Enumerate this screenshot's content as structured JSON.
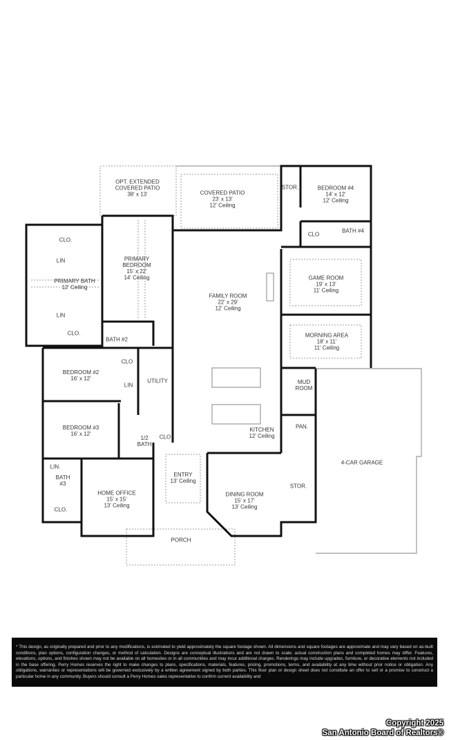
{
  "rooms": {
    "opt_patio": {
      "name": "OPT. EXTENDED COVERED PATIO",
      "line1": "OPT. EXTENDED",
      "line2": "COVERED PATIO",
      "size": "38' x 13'"
    },
    "covered_patio": {
      "name": "COVERED PATIO",
      "size": "23' x 13'",
      "ceiling": "12' Ceiling"
    },
    "stor_top": {
      "name": "STOR."
    },
    "bedroom4": {
      "name": "BEDROOM #4",
      "size": "14' x 12'",
      "ceiling": "12' Ceiling"
    },
    "clo_bath4": {
      "name": "CLO"
    },
    "bath4": {
      "name": "BATH #4"
    },
    "primary_bedroom": {
      "line1": "PRIMARY",
      "line2": "BEDROOM",
      "size": "15' x 22'",
      "ceiling": "14' Ceiling"
    },
    "primary_clo_top": {
      "name": "CLO."
    },
    "lin_top": {
      "name": "LIN"
    },
    "primary_bath": {
      "name": "PRIMARY BATH",
      "ceiling": "12' Ceiling"
    },
    "lin_bottom": {
      "name": "LIN"
    },
    "primary_clo_bottom": {
      "name": "CLO."
    },
    "bath2": {
      "name": "BATH #2"
    },
    "family_room": {
      "name": "FAMILY ROOM",
      "size": "22' x 29'",
      "ceiling": "12' Ceiling"
    },
    "game_room": {
      "name": "GAME ROOM",
      "size": "19' x 13'",
      "ceiling": "11' Ceiling"
    },
    "morning_area": {
      "name": "MORNING AREA",
      "size": "18' x 11'",
      "ceiling": "11' Ceiling"
    },
    "bedroom2": {
      "name": "BEDROOM #2",
      "size": "16' x 12'"
    },
    "clo_b2": {
      "name": "CLO"
    },
    "lin_b2": {
      "name": "LIN"
    },
    "utility": {
      "name": "UTILITY"
    },
    "bedroom3": {
      "name": "BEDROOM #3",
      "size": "16' x 12'"
    },
    "half_bath": {
      "line1": "1/2",
      "line2": "BATH"
    },
    "clo_hall": {
      "name": "CLO"
    },
    "lin_b3": {
      "name": "LIN."
    },
    "bath3": {
      "line1": "BATH",
      "line2": "#3"
    },
    "clo_b3": {
      "name": "CLO."
    },
    "home_office": {
      "name": "HOME OFFICE",
      "size": "15' x 15'",
      "ceiling": "13' Ceiling"
    },
    "entry": {
      "name": "ENTRY",
      "ceiling": "13' Ceiling"
    },
    "dining_room": {
      "name": "DINING ROOM",
      "size": "15' x 17'",
      "ceiling": "13' Ceiling"
    },
    "kitchen": {
      "name": "KITCHEN",
      "ceiling": "12' Ceiling"
    },
    "mud_room": {
      "line1": "MUD",
      "line2": "ROOM"
    },
    "pantry": {
      "name": "PAN."
    },
    "stor_garage": {
      "name": "STOR."
    },
    "garage": {
      "name": "4-CAR GARAGE"
    },
    "porch": {
      "name": "PORCH"
    }
  },
  "disclaimer": "* This design, as originally prepared and prior to any modifications, is estimated to yield approximately the square footage shown. All dimensions and square footages are approximate and may vary based on as-built conditions, plan options, configuration changes, or method of calculation. Designs are conceptual illustrations and are not drawn to scale; actual construction plans and completed homes may differ. Features, elevations, options, and finishes shown may not be available on all homesites or in all communities and may incur additional charges. Renderings may include upgrades, furniture, or decorative elements not included in the base offering. Perry Homes reserves the right to make changes to plans, specifications, materials, features, pricing, promotions, terms, and availability at any time without prior notice or obligation. Any obligations, warranties or representations will be governed exclusively by a written agreement signed by both parties. This floor plan or design sheet does not constitute an offer to sell or a promise to construct a particular home in any community. Buyers should consult a Perry Homes sales representative to confirm current availability and",
  "copyright": {
    "line1": "Copyright 2025",
    "line2": "San Antonio Board of Realtors®"
  }
}
